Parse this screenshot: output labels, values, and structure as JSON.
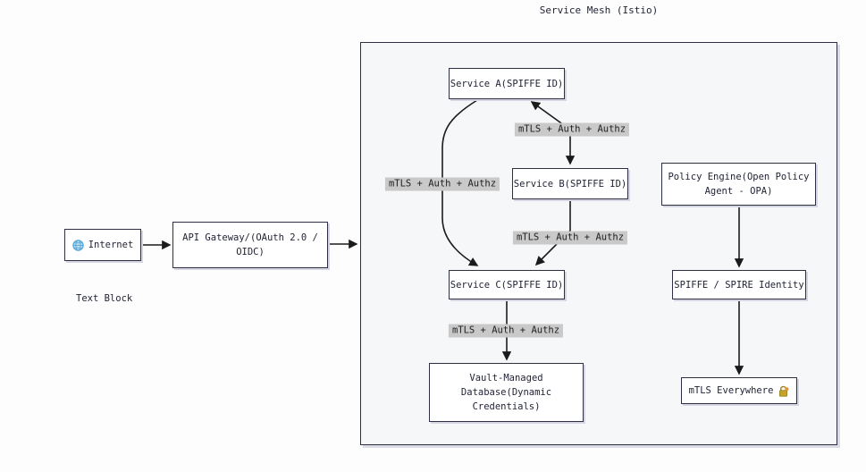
{
  "diagram": {
    "caption": "Text Block",
    "container": {
      "title": "Service Mesh (Istio)"
    },
    "nodes": {
      "internet": {
        "label": "Internet",
        "icon": "globe-icon"
      },
      "api_gateway": {
        "line1": "API Gateway/(OAuth 2.0 /",
        "line2": "OIDC)"
      },
      "service_a": {
        "label": "Service A(SPIFFE ID)"
      },
      "service_b": {
        "label": "Service B(SPIFFE ID)"
      },
      "service_c": {
        "label": "Service C(SPIFFE ID)"
      },
      "vault_db": {
        "line1": "Vault-Managed",
        "line2": "Database(Dynamic",
        "line3": "Credentials)"
      },
      "policy_engine": {
        "line1": "Policy Engine(Open Policy",
        "line2": "Agent - OPA)"
      },
      "spiffe_identity": {
        "label": "SPIFFE / SPIRE Identity"
      },
      "mtls_everywhere": {
        "label": "mTLS Everywhere",
        "icon": "lock-icon"
      }
    },
    "edge_labels": {
      "a_b": "mTLS + Auth + Authz",
      "a_c": "mTLS + Auth + Authz",
      "b_c": "mTLS + Auth + Authz",
      "c_vault": "mTLS + Auth + Authz"
    },
    "colors": {
      "node_border": "#2e2e44",
      "node_bg": "#ffffff",
      "container_bg": "#f6f7f9",
      "edge": "#1b1b1b",
      "edge_label_bg": "#c9c9c9",
      "globe_blue": "#58a7d8",
      "lock_gold": "#c9a227",
      "lock_orange": "#e8922d"
    }
  }
}
